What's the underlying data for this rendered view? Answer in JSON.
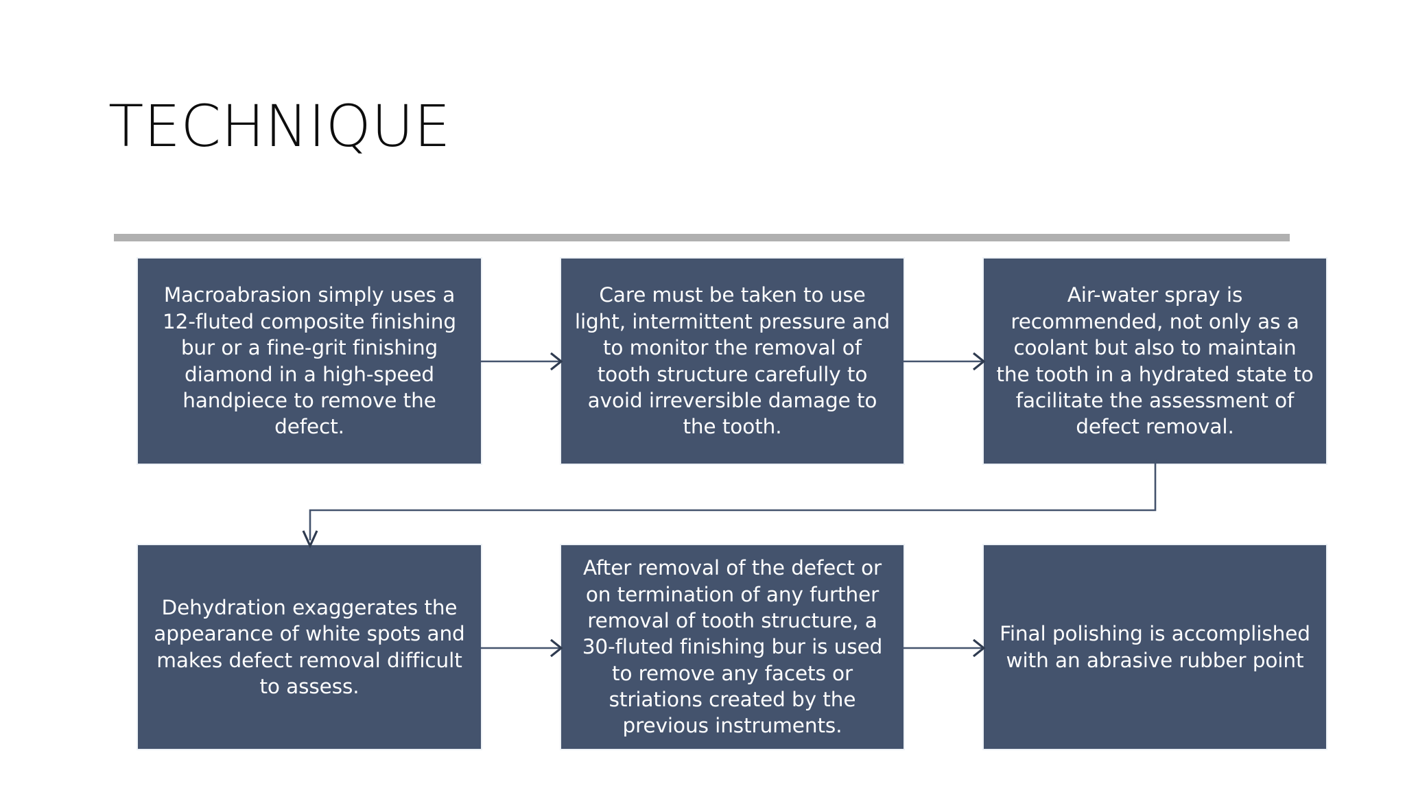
{
  "slide": {
    "title": "TECHNIQUE",
    "background_color": "#ffffff",
    "divider_color": "#b0b0b0",
    "box_fill_color": "#44536d",
    "box_text_color": "#ffffff",
    "connector_color": "#44536d"
  },
  "diagram_data": {
    "type": "flowchart",
    "title": "TECHNIQUE",
    "orientation": "left-to-right, two rows, serpentine",
    "node_count": 6,
    "nodes": [
      {
        "id": "step-1",
        "order": 1,
        "row": 1,
        "column": 1,
        "text": "Macroabrasion simply uses a 12-fluted composite finishing bur or a fine-grit finishing diamond in a high-speed handpiece to remove the defect."
      },
      {
        "id": "step-2",
        "order": 2,
        "row": 1,
        "column": 2,
        "text": "Care must be taken to use light, intermittent pressure and to monitor the removal of tooth structure carefully to avoid irreversible damage to the tooth."
      },
      {
        "id": "step-3",
        "order": 3,
        "row": 1,
        "column": 3,
        "text": "Air-water spray is recommended, not only as a coolant but also to maintain the tooth in a hydrated state to facilitate the assessment of defect removal."
      },
      {
        "id": "step-4",
        "order": 4,
        "row": 2,
        "column": 1,
        "text": "Dehydration exaggerates the appearance of white spots and makes defect removal difficult to assess."
      },
      {
        "id": "step-5",
        "order": 5,
        "row": 2,
        "column": 2,
        "text": "After removal of the defect or on termination of any further removal of tooth structure, a 30-fluted finishing bur is used to remove any facets or striations created by the previous instruments."
      },
      {
        "id": "step-6",
        "order": 6,
        "row": 2,
        "column": 3,
        "text": "Final polishing is accomplished with an abrasive rubber point"
      }
    ],
    "edges": [
      {
        "id": "edge-1-2",
        "from": "step-1",
        "to": "step-2",
        "style": "straight-arrow-right"
      },
      {
        "id": "edge-2-3",
        "from": "step-2",
        "to": "step-3",
        "style": "straight-arrow-right"
      },
      {
        "id": "edge-3-4",
        "from": "step-3",
        "to": "step-4",
        "style": "elbow-arrow-down-left-down"
      },
      {
        "id": "edge-4-5",
        "from": "step-4",
        "to": "step-5",
        "style": "straight-arrow-right"
      },
      {
        "id": "edge-5-6",
        "from": "step-5",
        "to": "step-6",
        "style": "straight-arrow-right"
      }
    ]
  }
}
